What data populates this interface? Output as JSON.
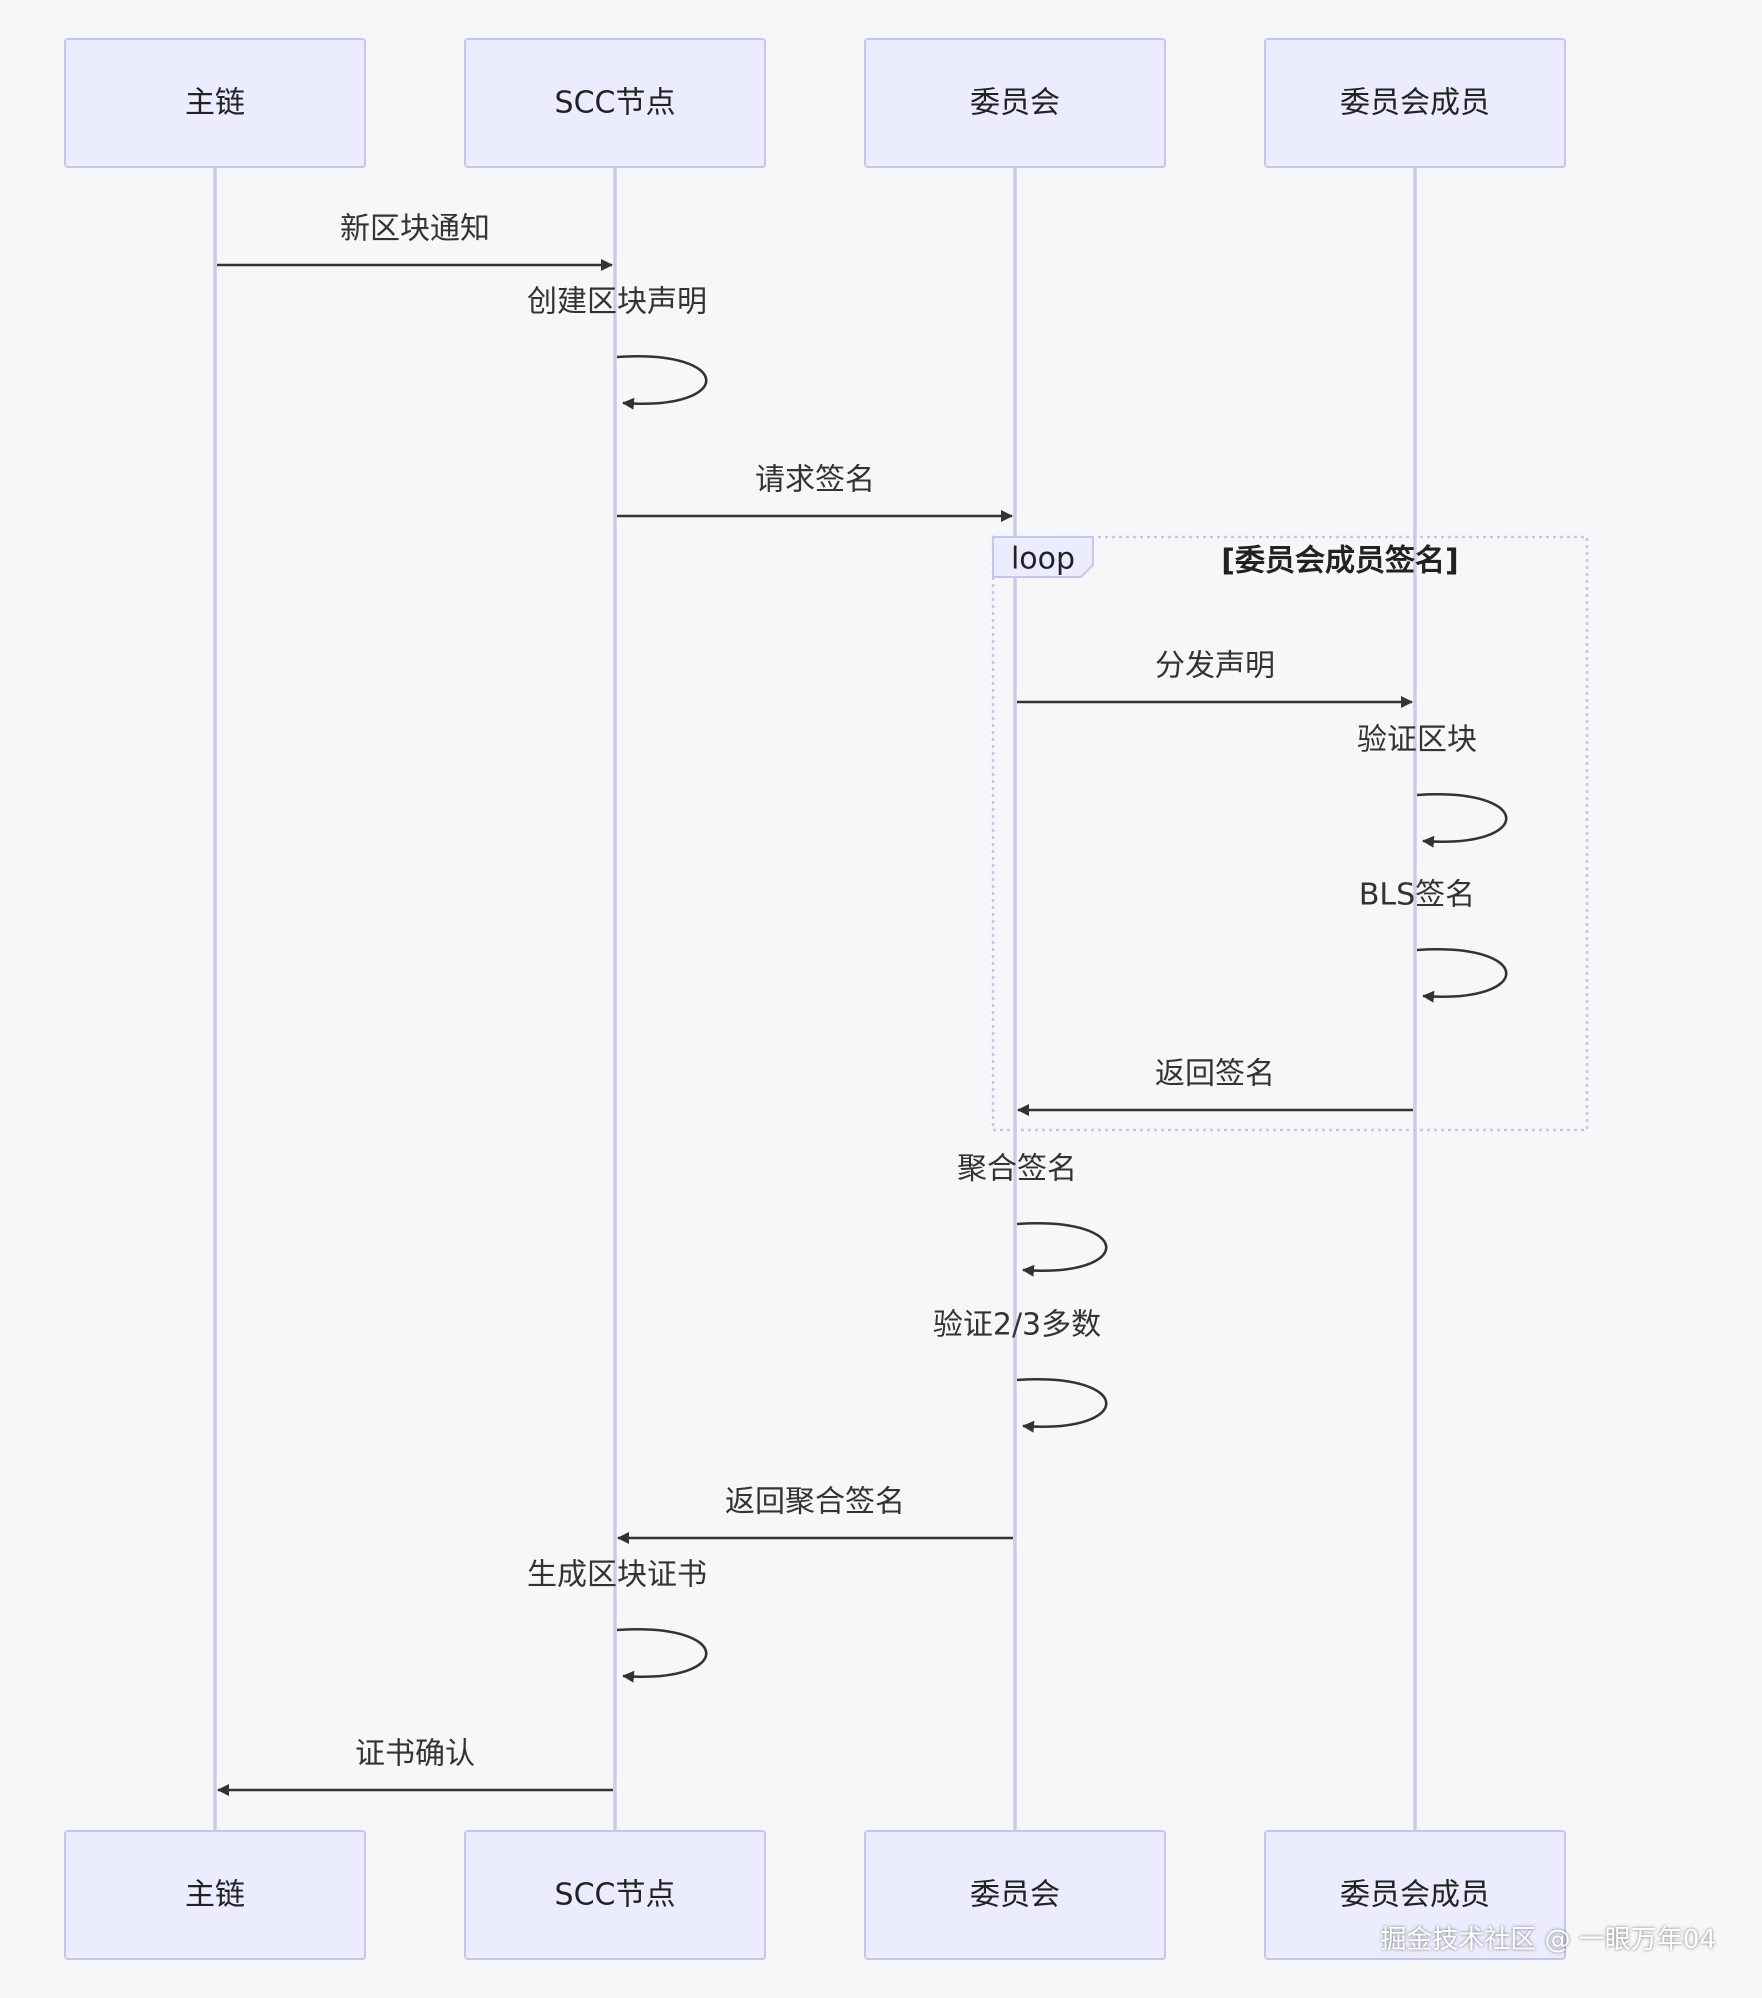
{
  "participants": [
    "主链",
    "SCC节点",
    "委员会",
    "委员会成员"
  ],
  "messages": [
    {
      "from": 0,
      "to": 1,
      "label": "新区块通知"
    },
    {
      "from": 1,
      "to": 1,
      "label": "创建区块声明"
    },
    {
      "from": 1,
      "to": 2,
      "label": "请求签名"
    },
    {
      "from": 2,
      "to": 3,
      "label": "分发声明"
    },
    {
      "from": 3,
      "to": 3,
      "label": "验证区块"
    },
    {
      "from": 3,
      "to": 3,
      "label": "BLS签名"
    },
    {
      "from": 3,
      "to": 2,
      "label": "返回签名"
    },
    {
      "from": 2,
      "to": 2,
      "label": "聚合签名"
    },
    {
      "from": 2,
      "to": 2,
      "label": "验证2/3多数"
    },
    {
      "from": 2,
      "to": 1,
      "label": "返回聚合签名"
    },
    {
      "from": 1,
      "to": 1,
      "label": "生成区块证书"
    },
    {
      "from": 1,
      "to": 0,
      "label": "证书确认"
    }
  ],
  "loop": {
    "keyword": "loop",
    "condition": "[委员会成员签名]",
    "first_message": 3,
    "last_message": 6
  },
  "colors": {
    "actor_fill": "#ececff",
    "actor_stroke": "#c9c3ef",
    "lifeline": "#cfc8ea",
    "arrow": "#333333",
    "background": "#f6f7f9"
  },
  "watermark": "掘金技术社区 @ 一眼万年04"
}
